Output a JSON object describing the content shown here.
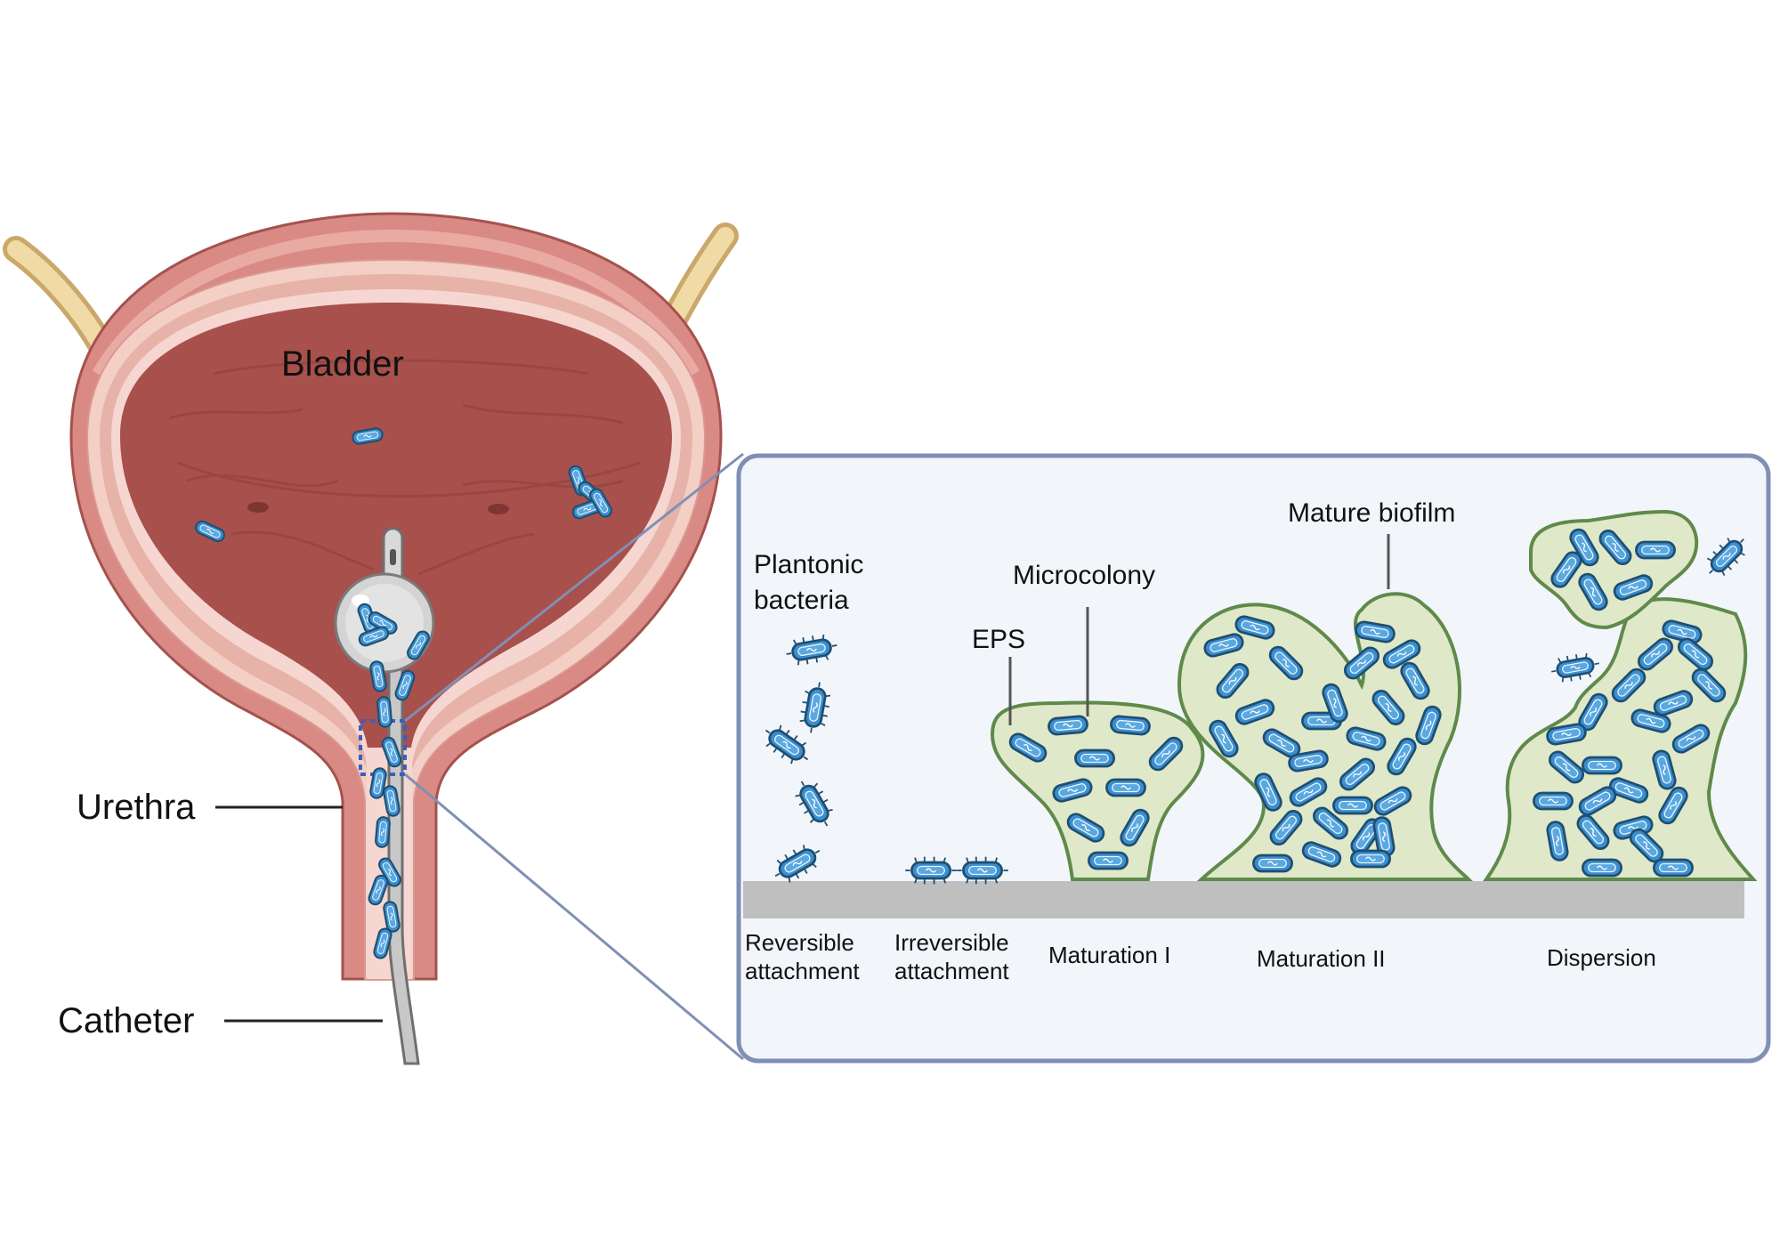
{
  "labels": {
    "bladder": "Bladder",
    "urethra": "Urethra",
    "catheter": "Catheter",
    "planktonic_line1": "Plantonic",
    "planktonic_line2": "bacteria",
    "eps": "EPS",
    "microcolony": "Microcolony",
    "mature_biofilm": "Mature biofilm"
  },
  "stages": [
    {
      "line1": "Reversible",
      "line2": "attachment"
    },
    {
      "line1": "Irreversible",
      "line2": "attachment"
    },
    {
      "line1": "Maturation I",
      "line2": ""
    },
    {
      "line1": "Maturation II",
      "line2": ""
    },
    {
      "line1": "Dispersion",
      "line2": ""
    }
  ],
  "colors": {
    "bladder_wall": "#d98a84",
    "bladder_lumen": "#a8504c",
    "ureter": "#e6c98a",
    "bacterium_fill": "#3a8fd0",
    "bacterium_outline": "#1f4e70",
    "eps_fill": "#dfe8c8",
    "eps_outline": "#5f8a4a",
    "panel_bg": "#f2f5fa",
    "panel_border": "#8090b4",
    "surface": "#bfbfbf"
  }
}
